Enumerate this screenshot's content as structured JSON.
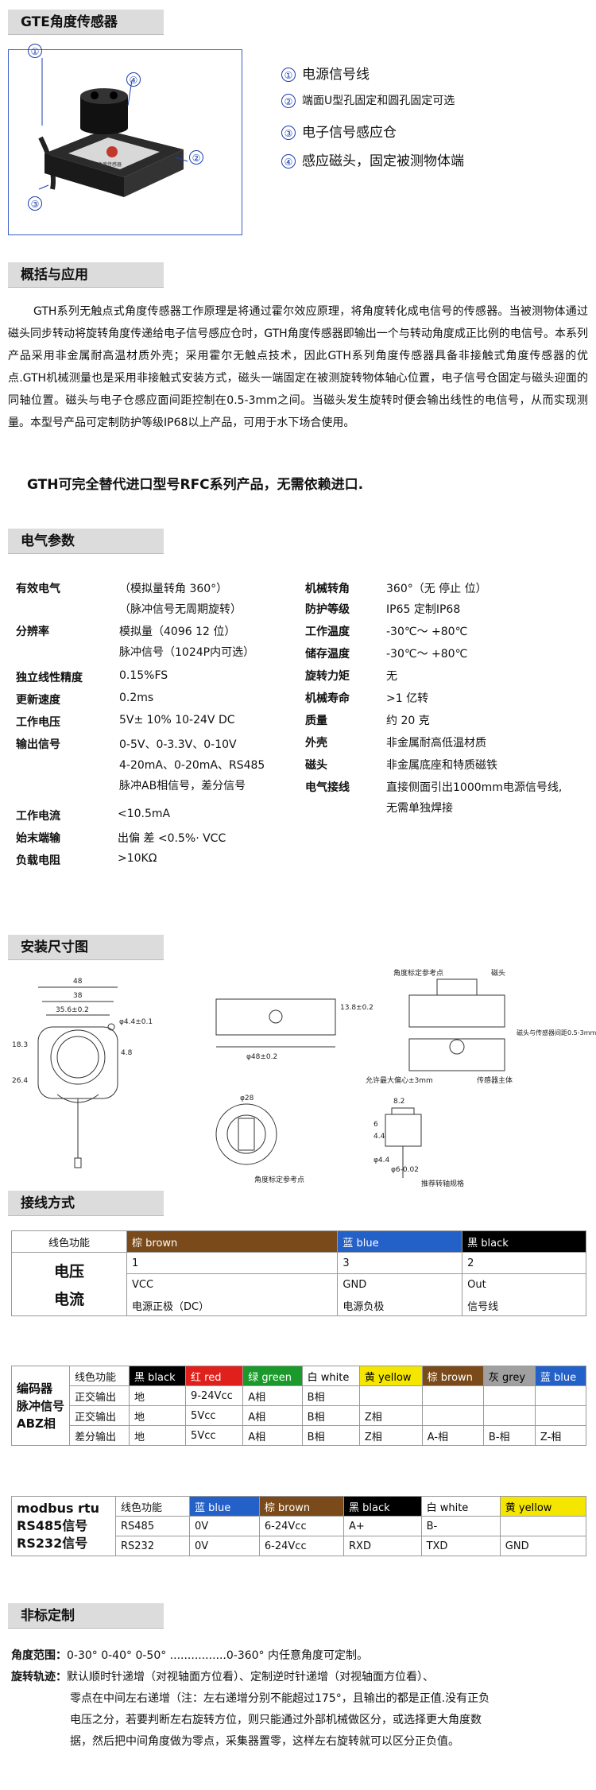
{
  "headers": {
    "gte": "GTE角度传感器",
    "overview": "概括与应用",
    "electrical": "电气参数",
    "install": "安装尺寸图",
    "wiring": "接线方式",
    "custom": "非标定制"
  },
  "product": {
    "callouts": [
      "①",
      "④",
      "②",
      "③"
    ],
    "label_text": "角度传感器"
  },
  "features": [
    {
      "num": "①",
      "text": "电源信号线"
    },
    {
      "num": "②",
      "text": "端面U型孔固定和圆孔固定可选"
    },
    {
      "num": "③",
      "text": "电子信号感应仓"
    },
    {
      "num": "④",
      "text": "感应磁头，固定被测物体端"
    }
  ],
  "overview": {
    "paragraph": "GTH系列无触点式角度传感器工作原理是将通过霍尔效应原理，将角度转化成电信号的传感器。当被测物体通过磁头同步转动将旋转角度传递给电子信号感应仓时，GTH角度传感器即输出一个与转动角度成正比例的电信号。本系列产品采用非金属耐高温材质外壳；采用霍尔无触点技术，因此GTH系列角度传感器具备非接触式角度传感器的优点.GTH机械测量也是采用非接触式安装方式，磁头一端固定在被测旋转物体轴心位置，电子信号仓固定与磁头迎面的同轴位置。磁头与电子仓感应面间距控制在0.5-3mm之间。当磁头发生旋转时便会输出线性的电信号，从而实现测量。本型号产品可定制防护等级IP68以上产品，可用于水下场合使用。",
    "highlight": "GTH可完全替代进口型号RFC系列产品，无需依赖进口."
  },
  "electrical": {
    "left": [
      {
        "label": "有效电气",
        "lines": [
          "（模拟量转角 360°）",
          "（脉冲信号无周期旋转）"
        ]
      },
      {
        "label": "分辨率",
        "lines": [
          "模拟量（4096  12 位）",
          "脉冲信号（1024P内可选）"
        ]
      },
      {
        "label": "独立线性精度",
        "lines": [
          "0.15%FS"
        ]
      },
      {
        "label": "更新速度",
        "lines": [
          "0.2ms"
        ]
      },
      {
        "label": "工作电压",
        "lines": [
          "5V± 10%   10-24V DC"
        ]
      },
      {
        "label": "输出信号",
        "lines": [
          "0-5V、0-3.3V、0-10V",
          "4-20mA、0-20mA、RS485",
          "脉冲AB相信号，差分信号"
        ]
      },
      {
        "label": "工作电流",
        "lines": [
          "<10.5mA"
        ]
      },
      {
        "label": "始末端输",
        "lines": [
          "出偏 差 <0.5%· VCC"
        ]
      },
      {
        "label": "负载电阻",
        "lines": [
          ">10KΩ"
        ]
      }
    ],
    "right": [
      {
        "label": "机械转角",
        "lines": [
          "360°（无 停止 位）"
        ]
      },
      {
        "label": "防护等级",
        "lines": [
          "IP65  定制IP68"
        ]
      },
      {
        "label": "工作温度",
        "lines": [
          "-30℃～ +80℃"
        ]
      },
      {
        "label": "储存温度",
        "lines": [
          "-30℃～ +80℃"
        ]
      },
      {
        "label": "旋转力矩",
        "lines": [
          "无"
        ]
      },
      {
        "label": "机械寿命",
        "lines": [
          ">1 亿转"
        ]
      },
      {
        "label": "质量",
        "lines": [
          "约 20 克"
        ]
      },
      {
        "label": "外壳",
        "lines": [
          "非金属耐高低温材质"
        ]
      },
      {
        "label": "磁头",
        "lines": [
          "非金属底座和特质磁铁"
        ]
      },
      {
        "label": "电气接线",
        "lines": [
          "直接侧面引出1000mm电源信号线,",
          "无需单独焊接"
        ]
      }
    ]
  },
  "drawing": {
    "dims": [
      "48",
      "38",
      "35.6±0.2",
      "φ4.4±0.1",
      "18.3",
      "26.4",
      "4.8",
      "13.8±0.2",
      "φ48±0.2",
      "φ28",
      "8.2",
      "6",
      "φ4.4",
      "4.4",
      "φ6-0.02"
    ],
    "labels": [
      "角度标定参考点",
      "磁头",
      "允许最大偏心±3mm",
      "传感器主体",
      "角度标定参考点",
      "推荐转轴规格",
      "磁头与传感器间距0.5-3mm"
    ]
  },
  "wiring1": {
    "func_label": "线色功能",
    "colors": [
      {
        "name": "棕 brown",
        "cls": "cbrown"
      },
      {
        "name": "蓝 blue",
        "cls": "cblue"
      },
      {
        "name": "黑 black",
        "cls": "cblack"
      }
    ],
    "row_label_1": "电压",
    "row_label_2": "电流",
    "pins": [
      "1",
      "3",
      "2"
    ],
    "funcs": [
      "VCC",
      "GND",
      "Out"
    ],
    "desc": [
      "电源正极（DC）",
      "电源负极",
      "信号线"
    ]
  },
  "wiring2": {
    "side_label": [
      "编码器",
      "脉冲信号",
      "ABZ相"
    ],
    "func_label": "线色功能",
    "colors": [
      {
        "name": "黑 black",
        "cls": "cblack"
      },
      {
        "name": "红 red",
        "cls": "cred"
      },
      {
        "name": "绿 green",
        "cls": "cgreen"
      },
      {
        "name": "白 white",
        "cls": "cwhite"
      },
      {
        "name": "黄 yellow",
        "cls": "cyellow"
      },
      {
        "name": "棕 brown",
        "cls": "cbrown"
      },
      {
        "name": "灰 grey",
        "cls": "cgrey"
      },
      {
        "name": "蓝 blue",
        "cls": "cblue"
      }
    ],
    "rows": [
      {
        "label": "正交输出",
        "cells": [
          "地",
          "9-24Vcc",
          "A相",
          "B相",
          "",
          "",
          "",
          ""
        ]
      },
      {
        "label": "正交输出",
        "cells": [
          "地",
          "5Vcc",
          "A相",
          "B相",
          "Z相",
          "",
          "",
          ""
        ]
      },
      {
        "label": "差分输出",
        "cells": [
          "地",
          "5Vcc",
          "A相",
          "B相",
          "Z相",
          "A-相",
          "B-相",
          "Z-相"
        ]
      }
    ]
  },
  "wiring3": {
    "side_label": [
      "modbus rtu",
      "RS485信号",
      "RS232信号"
    ],
    "func_label": "线色功能",
    "colors": [
      {
        "name": "蓝 blue",
        "cls": "cblue"
      },
      {
        "name": "棕 brown",
        "cls": "cbrown"
      },
      {
        "name": "黑 black",
        "cls": "cblack"
      },
      {
        "name": "白 white",
        "cls": "cwhite"
      },
      {
        "name": "黄 yellow",
        "cls": "cyellow"
      }
    ],
    "rows": [
      {
        "label": "RS485",
        "cells": [
          "0V",
          "6-24Vcc",
          "A+",
          "B-",
          ""
        ]
      },
      {
        "label": "RS232",
        "cells": [
          "0V",
          "6-24Vcc",
          "RXD",
          "TXD",
          "GND"
        ]
      }
    ]
  },
  "custom": {
    "angle_label": "角度范围：",
    "angle_text": "0-30°  0-40°  0-50° ................0-360° 内任意角度可定制。",
    "track_label": "旋转轨迹：",
    "track_lines": [
      "默认顺时针递增（对视轴面方位看）、定制逆时针递增（对视轴面方位看）、",
      "零点在中间左右递增（注：左右递增分别不能超过175°，且输出的都是正值.没有正负",
      "电压之分，若要判断左右旋转方位，则只能通过外部机械做区分，或选择更大角度数",
      "据，然后把中间角度做为零点，采集器置零，这样左右旋转就可以区分正负值。"
    ]
  },
  "colors": {
    "accent": "#1a3fb0",
    "header_bg": "#dcdcdc",
    "box_border": "#3b5fc4"
  }
}
